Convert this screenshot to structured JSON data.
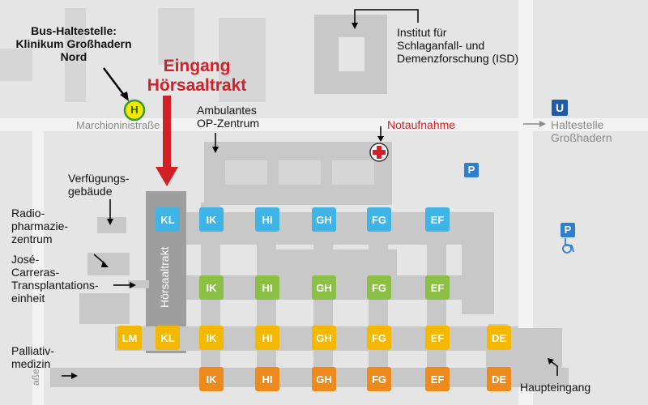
{
  "labels": {
    "bus_stop": "Bus-Haltestelle:\nKlinikum Großhadern\nNord",
    "entrance": "Eingang\nHörsaaltrakt",
    "street": "Marchioninistraße",
    "street_partial": "aße",
    "ambulantes": "Ambulantes\nOP-Zentrum",
    "notaufnahme": "Notaufnahme",
    "institut": "Institut für\nSchlaganfall- und\nDemenzforschung (ISD)",
    "ubahn": "Haltestelle\nGroßhadern",
    "verfuegung": "Verfügungs-\ngebäude",
    "radio": "Radio-\npharmazie-\nzentrum",
    "jose": "José-\nCarreras-\nTransplantations-\neinheit",
    "palliativ": "Palliativ-\nmedizin",
    "haupteingang": "Haupteingang",
    "hoersaaltrakt": "Hörsaaltrakt"
  },
  "icons": {
    "bus": "H",
    "ubahn": "U",
    "parking1": "P",
    "parking2": "P",
    "accessible": "wheelchair-icon",
    "emergency": "red-cross-icon"
  },
  "colors": {
    "blue": "#3fb4e5",
    "green": "#8cbf45",
    "yellow": "#f5b800",
    "orange": "#ee8a1c",
    "red": "#d32027",
    "ubahn": "#1f5aa8",
    "parking": "#2f7fd1"
  },
  "tiles": {
    "row1": [
      "KL",
      "IK",
      "HI",
      "GH",
      "FG",
      "EF"
    ],
    "row2": [
      "IK",
      "HI",
      "GH",
      "FG",
      "EF"
    ],
    "row3": [
      "LM",
      "KL",
      "IK",
      "HI",
      "GH",
      "FG",
      "EF",
      "DE"
    ],
    "row4": [
      "IK",
      "HI",
      "GH",
      "FG",
      "EF",
      "DE"
    ]
  }
}
